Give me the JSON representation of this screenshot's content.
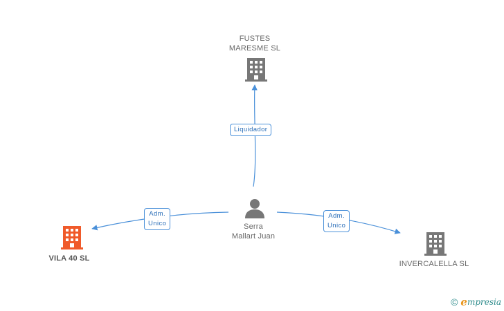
{
  "nodes": {
    "fustes": {
      "label": "FUSTES\nMARESME SL",
      "icon": "building-icon",
      "color": "#777777"
    },
    "vila40": {
      "label": "VILA 40 SL",
      "icon": "building-icon",
      "color": "#f05a2a"
    },
    "invercalella": {
      "label": "INVERCALELLA SL",
      "icon": "building-icon",
      "color": "#777777"
    },
    "serra": {
      "label": "Serra\nMallart Juan",
      "icon": "person-icon",
      "color": "#777777"
    }
  },
  "edges": {
    "to_fustes": {
      "label": "Liquidador"
    },
    "to_vila40": {
      "label": "Adm.\nUnico"
    },
    "to_invercalella": {
      "label": "Adm.\nUnico"
    }
  },
  "colors": {
    "edge": "#4a90d9"
  },
  "brand": {
    "copyright": "©",
    "e": "e",
    "name": "mpresia"
  }
}
